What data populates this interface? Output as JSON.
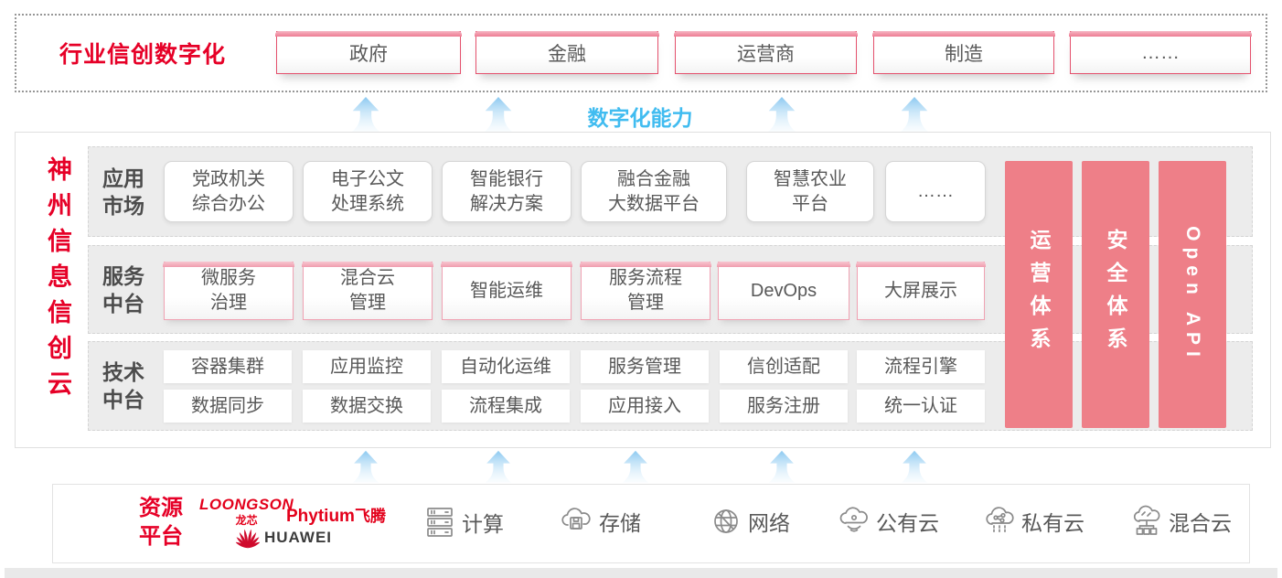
{
  "colors": {
    "accent_red": "#e60027",
    "capability_blue": "#41bcf0",
    "pillar_salmon": "#ee7f88",
    "sector_border_pink": "#e4506c",
    "service_border_pink": "#f0a2b3",
    "band_gray": "#ececec"
  },
  "top_banner": {
    "label": "行业信创数字化",
    "sectors": [
      "政府",
      "金融",
      "运营商",
      "制造",
      "……"
    ]
  },
  "capability_label": "数字化能力",
  "platform": {
    "vertical_title": "神州信息信创云",
    "app_market": {
      "label": "应用\n市场",
      "items": [
        "党政机关\n综合办公",
        "电子公文\n处理系统",
        "智能银行\n解决方案",
        "融合金融\n大数据平台",
        "智慧农业\n平台",
        "……"
      ]
    },
    "service_platform": {
      "label": "服务\n中台",
      "items": [
        "微服务\n治理",
        "混合云\n管理",
        "智能运维",
        "服务流程\n管理",
        "DevOps",
        "大屏展示"
      ]
    },
    "tech_platform": {
      "label": "技术\n中台",
      "row1": [
        "容器集群",
        "应用监控",
        "自动化运维",
        "服务管理",
        "信创适配",
        "流程引擎"
      ],
      "row2": [
        "数据同步",
        "数据交换",
        "流程集成",
        "应用接入",
        "服务注册",
        "统一认证"
      ]
    },
    "pillars": [
      "运营体系",
      "安全体系",
      "Open API"
    ]
  },
  "resource_platform": {
    "label": "资源\n平台",
    "vendors": {
      "loongson": "LOONGSON",
      "loongson_cn": "龙芯",
      "phytium": "Phytium",
      "phytium_cn": "飞腾",
      "huawei": "HUAWEI"
    },
    "resources": [
      {
        "icon": "server-icon",
        "label": "计算"
      },
      {
        "icon": "storage-cloud-icon",
        "label": "存储"
      },
      {
        "icon": "network-globe-icon",
        "label": "网络"
      },
      {
        "icon": "public-cloud-icon",
        "label": "公有云"
      },
      {
        "icon": "private-cloud-icon",
        "label": "私有云"
      },
      {
        "icon": "hybrid-cloud-icon",
        "label": "混合云"
      }
    ]
  }
}
